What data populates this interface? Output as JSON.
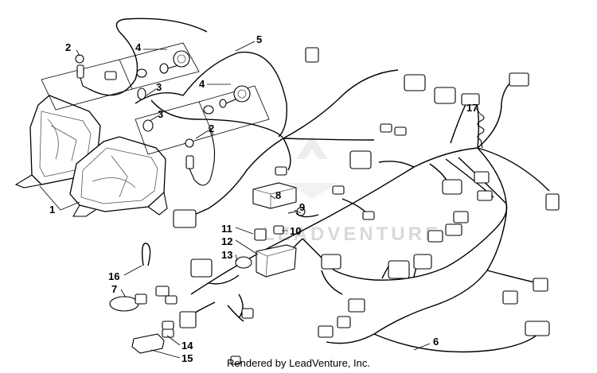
{
  "watermark": "LEADVENTURE",
  "footer": "Rendered by LeadVenture, Inc.",
  "callouts": {
    "c1": "1",
    "c2a": "2",
    "c2b": "2",
    "c3a": "3",
    "c3b": "3",
    "c4a": "4",
    "c4b": "4",
    "c5": "5",
    "c6": "6",
    "c7": "7",
    "c8": "8",
    "c9": "9",
    "c10": "10",
    "c11": "11",
    "c12": "12",
    "c13": "13",
    "c14": "14",
    "c15": "15",
    "c16": "16",
    "c17": "17"
  }
}
